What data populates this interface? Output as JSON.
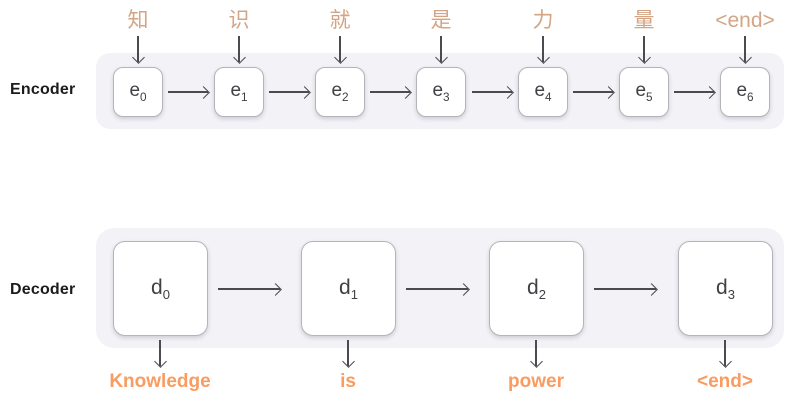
{
  "colors": {
    "page_bg": "#ffffff",
    "panel_bg": "#f2f2f7",
    "cell_bg": "#ffffff",
    "cell_border": "#b4b4ba",
    "cell_text": "#404045",
    "arrow": "#4a4a50",
    "row_label": "#1b1b1d",
    "input_token": "#d4a584",
    "output_token": "#f89c62"
  },
  "encoder": {
    "label": "Encoder",
    "inputs": [
      "知",
      "识",
      "就",
      "是",
      "力",
      "量",
      "<end>"
    ],
    "cells": [
      {
        "base": "e",
        "sub": "0"
      },
      {
        "base": "e",
        "sub": "1"
      },
      {
        "base": "e",
        "sub": "2"
      },
      {
        "base": "e",
        "sub": "3"
      },
      {
        "base": "e",
        "sub": "4"
      },
      {
        "base": "e",
        "sub": "5"
      },
      {
        "base": "e",
        "sub": "6"
      }
    ]
  },
  "decoder": {
    "label": "Decoder",
    "cells": [
      {
        "base": "d",
        "sub": "0"
      },
      {
        "base": "d",
        "sub": "1"
      },
      {
        "base": "d",
        "sub": "2"
      },
      {
        "base": "d",
        "sub": "3"
      }
    ],
    "outputs": [
      "Knowledge",
      "is",
      "power",
      "<end>"
    ]
  }
}
